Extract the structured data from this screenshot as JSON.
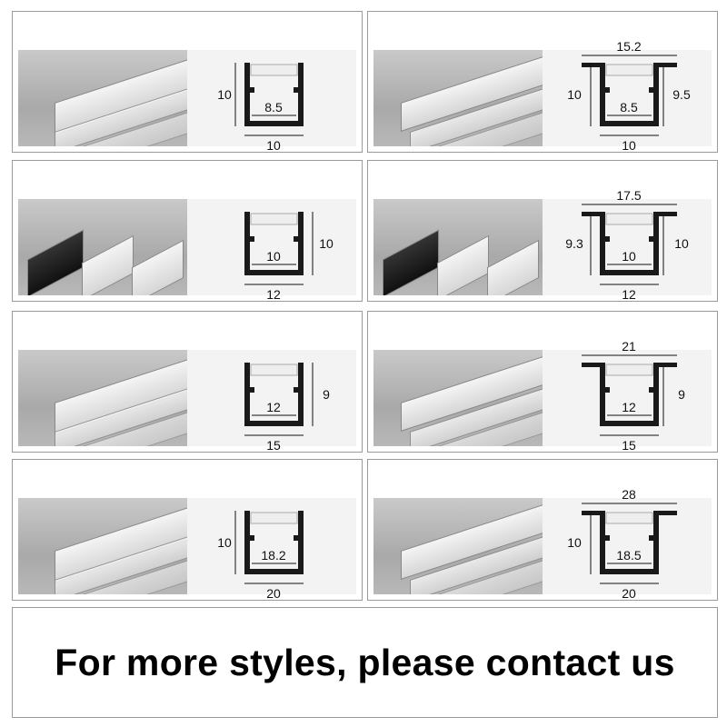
{
  "cards": [
    {
      "variant": "plain",
      "photo": "light",
      "dims": {
        "left": "10",
        "inner": "8.5",
        "bottom": "10"
      }
    },
    {
      "variant": "flanged",
      "photo": "light",
      "dims": {
        "top": "15.2",
        "left": "10",
        "right": "9.5",
        "inner": "8.5",
        "bottom": "10"
      }
    },
    {
      "variant": "plain",
      "photo": "mixed",
      "dims": {
        "inner": "10",
        "right": "10",
        "bottom": "12"
      }
    },
    {
      "variant": "flanged",
      "photo": "mixed",
      "dims": {
        "top": "17.5",
        "left": "9.3",
        "inner": "10",
        "right": "10",
        "bottom": "12"
      }
    },
    {
      "variant": "plain",
      "photo": "light",
      "dims": {
        "inner": "12",
        "right": "9",
        "bottom": "15"
      }
    },
    {
      "variant": "flanged",
      "photo": "light",
      "dims": {
        "top": "21",
        "inner": "12",
        "right": "9",
        "bottom": "15"
      }
    },
    {
      "variant": "plain",
      "photo": "light",
      "dims": {
        "left": "10",
        "inner": "18.2",
        "bottom": "20"
      }
    },
    {
      "variant": "flanged",
      "photo": "light",
      "dims": {
        "top": "28",
        "left": "10",
        "inner": "18.5",
        "bottom": "20"
      }
    }
  ],
  "banner": {
    "text": "For more styles, please contact us"
  },
  "colors": {
    "profile": "#1a1a1a",
    "diffuser": "#eeeeee",
    "border": "#9a9a9a"
  }
}
